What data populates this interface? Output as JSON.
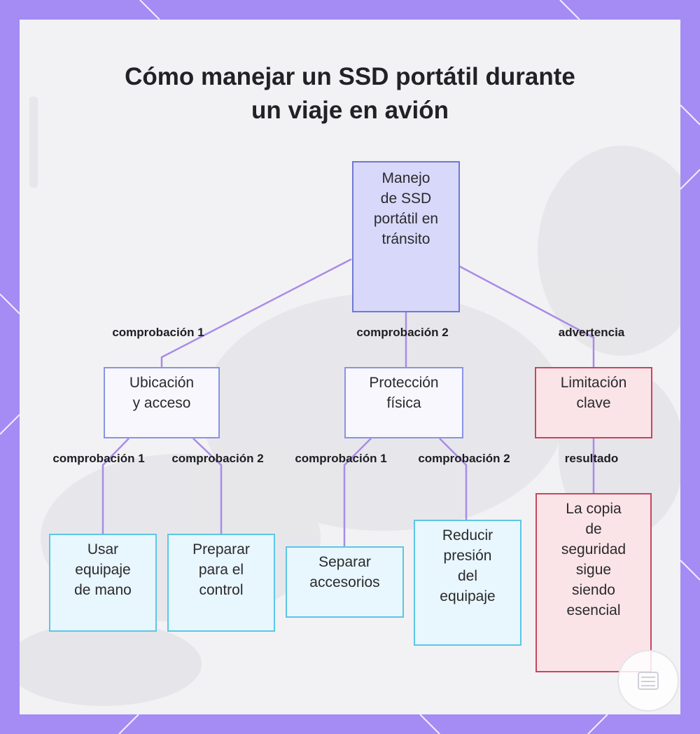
{
  "title_lines": [
    "Cómo manejar un SSD portátil durante",
    "un viaje en avión"
  ],
  "nodes": {
    "root": [
      "Manejo",
      "de SSD",
      "portátil en",
      "tránsito"
    ],
    "ubicacion": [
      "Ubicación",
      "y acceso"
    ],
    "proteccion": [
      "Protección",
      "física"
    ],
    "limitacion": [
      "Limitación",
      "clave"
    ],
    "usar": [
      "Usar",
      "equipaje",
      "de mano"
    ],
    "preparar": [
      "Preparar",
      "para el",
      "control"
    ],
    "separar": [
      "Separar",
      "accesorios"
    ],
    "reducir": [
      "Reducir",
      "presión",
      "del",
      "equipaje"
    ],
    "copia": [
      "La copia",
      "de",
      "seguridad",
      "sigue",
      "siendo",
      "esencial"
    ]
  },
  "edge_labels": {
    "root_ubicacion": "comprobación 1",
    "root_proteccion": "comprobación 2",
    "root_limitacion": "advertencia",
    "ubicacion_usar": "comprobación 1",
    "ubicacion_preparar": "comprobación 2",
    "proteccion_separar": "comprobación 1",
    "proteccion_reducir": "comprobación 2",
    "limitacion_copia": "resultado"
  },
  "colors": {
    "frame": "#a48cf4",
    "edge": "#a98be6",
    "root_fill": "#d8d8fa",
    "mid_fill": "#f7f7fd",
    "leaf_fill": "#e8f6fd",
    "warn_fill": "#fbe4e8"
  }
}
